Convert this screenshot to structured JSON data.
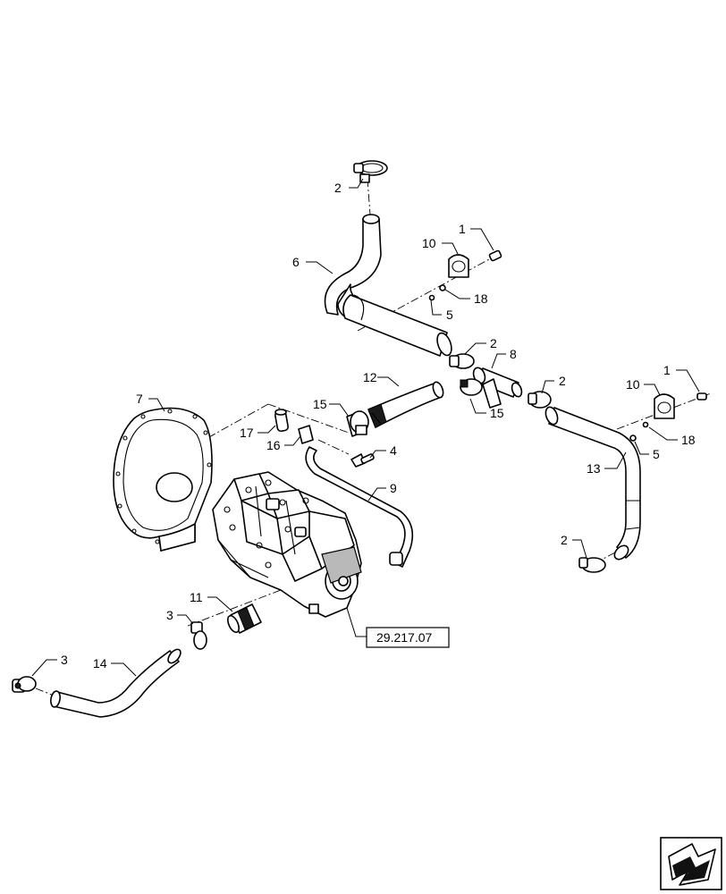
{
  "callouts": [
    {
      "id": "c-2a",
      "text": "2"
    },
    {
      "id": "c-1a",
      "text": "1"
    },
    {
      "id": "c-10a",
      "text": "10"
    },
    {
      "id": "c-6",
      "text": "6"
    },
    {
      "id": "c-18a",
      "text": "18"
    },
    {
      "id": "c-5a",
      "text": "5"
    },
    {
      "id": "c-2b",
      "text": "2"
    },
    {
      "id": "c-8",
      "text": "8"
    },
    {
      "id": "c-2c",
      "text": "2"
    },
    {
      "id": "c-1b",
      "text": "1"
    },
    {
      "id": "c-10b",
      "text": "10"
    },
    {
      "id": "c-12",
      "text": "12"
    },
    {
      "id": "c-7",
      "text": "7"
    },
    {
      "id": "c-15a",
      "text": "15"
    },
    {
      "id": "c-15b",
      "text": "15"
    },
    {
      "id": "c-18b",
      "text": "18"
    },
    {
      "id": "c-17",
      "text": "17"
    },
    {
      "id": "c-16",
      "text": "16"
    },
    {
      "id": "c-4",
      "text": "4"
    },
    {
      "id": "c-5b",
      "text": "5"
    },
    {
      "id": "c-13",
      "text": "13"
    },
    {
      "id": "c-9",
      "text": "9"
    },
    {
      "id": "c-2d",
      "text": "2"
    },
    {
      "id": "c-11",
      "text": "11"
    },
    {
      "id": "c-3a",
      "text": "3"
    },
    {
      "id": "c-3b",
      "text": "3"
    },
    {
      "id": "c-14",
      "text": "14"
    }
  ],
  "reference": {
    "text": "29.217.07"
  },
  "icons": {
    "nav": "next-page-arrow-icon"
  }
}
